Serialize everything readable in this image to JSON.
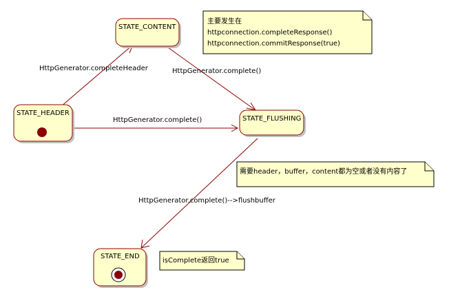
{
  "states": {
    "content": "STATE_CONTENT",
    "header": "STATE_HEADER",
    "flushing": "STATE_FLUSHING",
    "end": "STATE_END"
  },
  "transitions": {
    "header_to_content": "HttpGenerator.completeHeader",
    "content_to_flushing": "HttpGenerator.complete()",
    "header_to_flushing": "HttpGenerator.complete()",
    "flushing_to_end": "HttpGenerator.complete()-->flushbuffer"
  },
  "notes": {
    "top": {
      "line1": "主要发生在",
      "line2": "httpconnection.completeResponse()",
      "line3": "httpconnection.commitResponse(true)"
    },
    "flushing": "需要header，buffer，content都为空或者没有内容了",
    "end": "isComplete返回true"
  },
  "colors": {
    "state_fill": "#ffffcc",
    "state_border": "#8b0000",
    "marker": "#8b0000"
  }
}
